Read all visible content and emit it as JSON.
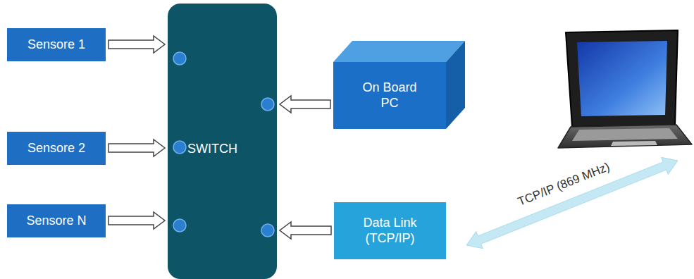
{
  "diagram": {
    "nodes": [
      {
        "text": [
          "Sensore 1"
        ]
      },
      {
        "text": [
          "Sensore 2"
        ]
      },
      {
        "text": [
          "Sensore N"
        ]
      },
      {
        "text": [
          "SWITCH"
        ]
      },
      {
        "text": [
          "On Board PC"
        ]
      },
      {
        "text": [
          "Data Link (TCP/IP)"
        ]
      }
    ],
    "edges": [
      {
        "from": 0,
        "to": 3,
        "arrow": "to"
      },
      {
        "from": 1,
        "to": 3,
        "arrow": "to"
      },
      {
        "from": 2,
        "to": 3,
        "arrow": "to"
      },
      {
        "from": 4,
        "to": 3,
        "arrow": "to"
      },
      {
        "from": 5,
        "to": 3,
        "arrow": "to"
      }
    ],
    "labels": [
      "TCP/IP (869 MHz)"
    ]
  }
}
